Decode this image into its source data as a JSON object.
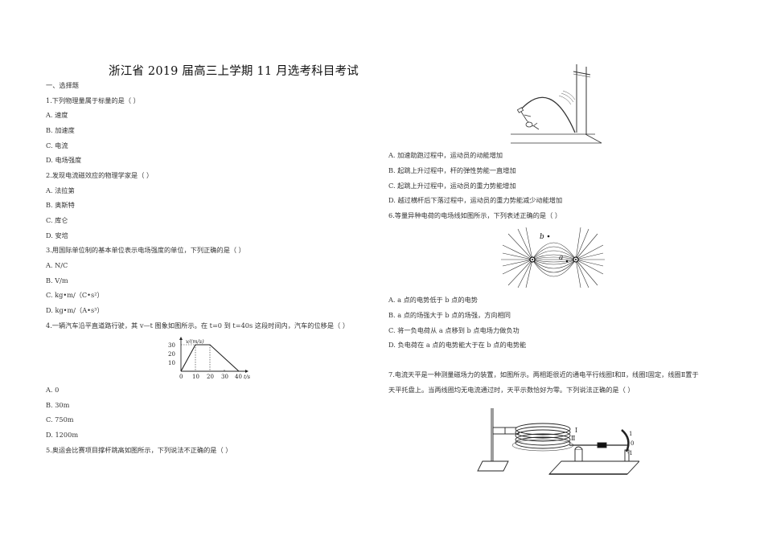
{
  "document": {
    "title": "浙江省 2019 届高三上学期 11 月选考科目考试",
    "section_heading": "一、选择题"
  },
  "questions": [
    {
      "stem": "1.下列物理量属于标量的是（    ）",
      "options": [
        "A. 速度",
        "B. 加速度",
        "C. 电流",
        "D. 电场强度"
      ]
    },
    {
      "stem": "2.发现电流磁效应的物理学家是（    ）",
      "options": [
        "A. 法拉第",
        "B. 奥斯特",
        "C. 库仑",
        "D. 安培"
      ]
    },
    {
      "stem": "3.用国际单位制的基本单位表示电场强度的单位，下列正确的是（    ）",
      "options": [
        "A. N/C",
        "B. V/m",
        "C. kg•m/（C•s²）",
        "D. kg•m/（A•s³）"
      ]
    },
    {
      "stem": "4.一辆汽车沿平直道路行驶，其 v—t 图象如图所示。在 t=0 到 t=40s 这段时间内，汽车的位移是（    ）",
      "options": [
        "A. 0",
        "B. 30m",
        "C. 750m",
        "D. 1200m"
      ],
      "figure": {
        "type": "v-t graph",
        "y_label": "v/(m/s)",
        "x_label": "t/s",
        "y_ticks": [
          "30",
          "20",
          "10"
        ],
        "x_ticks": [
          "0",
          "10",
          "20",
          "30",
          "40"
        ],
        "points": [
          [
            0,
            0
          ],
          [
            10,
            30
          ],
          [
            20,
            30
          ],
          [
            40,
            0
          ]
        ]
      }
    },
    {
      "stem": "5.奥运会比赛项目撑杆跳高如图所示，下列说法不正确的是（    ）",
      "options": [
        "A. 加速助跑过程中，运动员的动能增加",
        "B. 起跳上升过程中，杆的弹性势能一直增加",
        "C. 起跳上升过程中，运动员的重力势能增加",
        "D. 越过横杆后下落过程中，运动员的重力势能减少动能增加"
      ],
      "figure": {
        "type": "pole-vault illustration"
      }
    },
    {
      "stem": "6.等量异种电荷的电场线如图所示，下列表述正确的是（    ）",
      "options": [
        "A. a 点的电势低于 b 点的电势",
        "B. a 点的场强大于 b 点的场强，方向相同",
        "C. 将一负电荷从 a 点移到 b 点电场力做负功",
        "D. 负电荷在 a 点的电势能大于在 b 点的电势能"
      ],
      "figure": {
        "type": "electric field lines",
        "labels": [
          "a",
          "b"
        ]
      }
    },
    {
      "stem_line1": "7.电流天平是一种测量磁场力的装置，如图所示。两相距很近的通电平行线圈Ⅰ和Ⅱ，线圈Ⅰ固定，线圈Ⅱ置于",
      "stem_line2": "天平托盘上。当两线圈均无电流通过时，天平示数恰好为零。下列说法正确的是（    ）",
      "figure": {
        "type": "current balance apparatus",
        "labels": [
          "Ⅰ",
          "Ⅱ",
          "1",
          "0",
          "-1"
        ]
      }
    }
  ]
}
